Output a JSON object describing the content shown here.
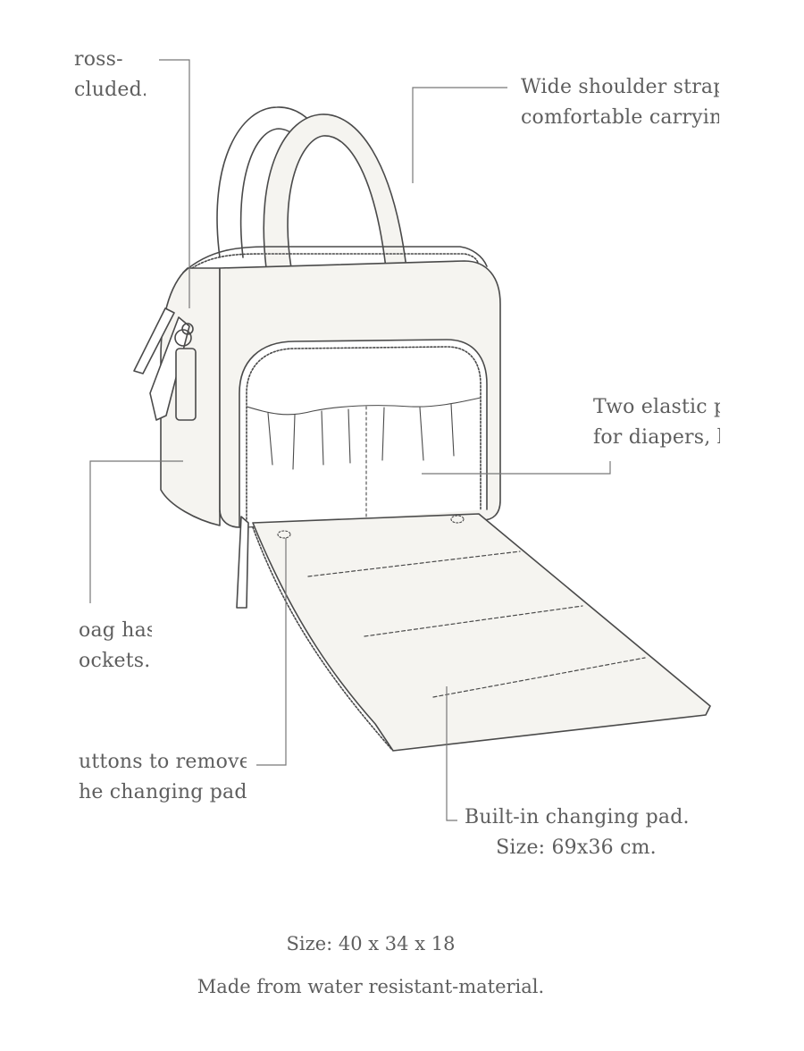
{
  "callouts": {
    "crossbody": {
      "line1": "ross-",
      "line2": "cluded."
    },
    "shoulder_straps": {
      "line1": "Wide shoulder straps",
      "line2": "comfortable carrying."
    },
    "elastic_pockets": {
      "line1": "Two elastic po",
      "line2": "for diapers, ba"
    },
    "bag_pockets": {
      "line1": "oag has",
      "line2": "ockets."
    },
    "buttons": {
      "line1": "uttons to remove",
      "line2": "he changing pad."
    },
    "changing_pad": {
      "line1": "Built-in changing pad.",
      "line2": "Size: 69x36 cm."
    }
  },
  "footer": {
    "size": "Size: 40 x 34 x 18",
    "material": "Made from water resistant-material."
  },
  "colors": {
    "line": "#4a4a4a",
    "fill": "#f5f4f0",
    "leader": "#777777"
  }
}
